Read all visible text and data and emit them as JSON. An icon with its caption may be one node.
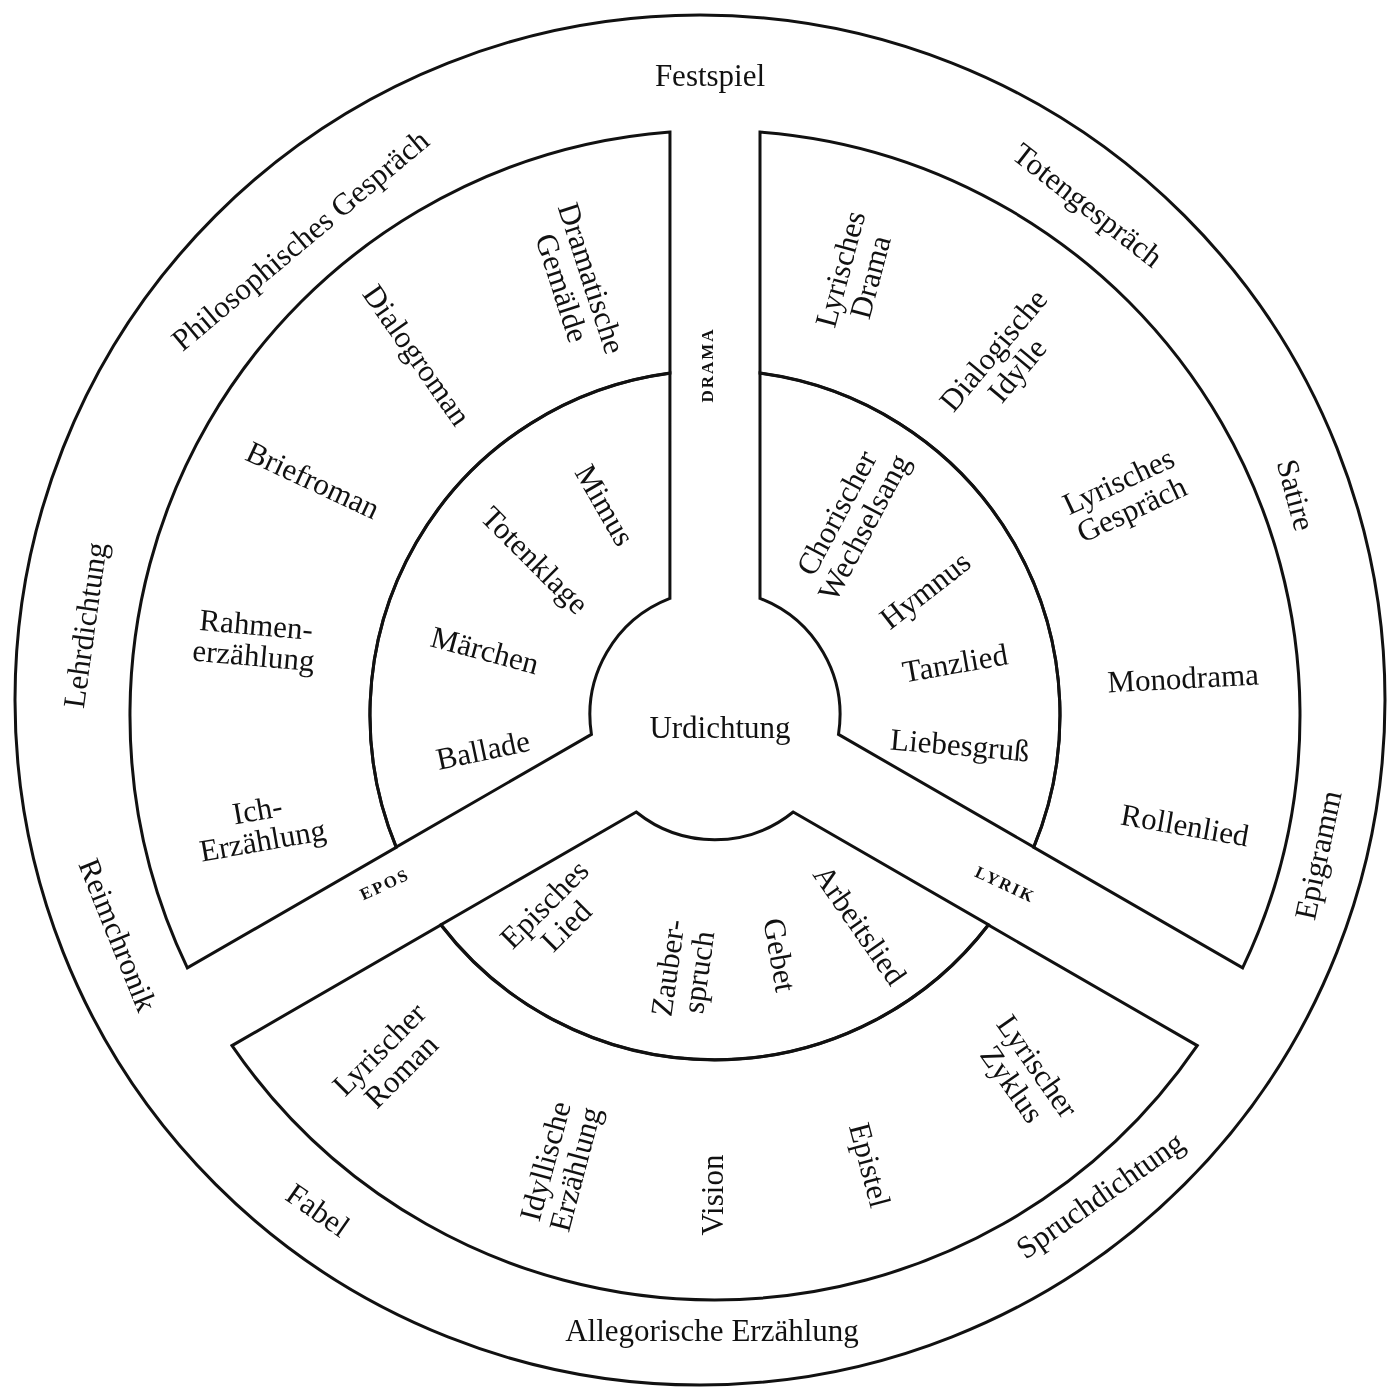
{
  "diagram": {
    "nodes": [
      {
        "text": [
          "Festspiel",
          "Totengespräch",
          "Satire",
          "Epigramm",
          "Spruchdichtung",
          "Allegorische Erzählung",
          "Fabel",
          "Reimchronik",
          "Lehrdichtung",
          "Philosophisches Gespräch"
        ]
      },
      {
        "text": [
          "Dramatische Gemälde",
          "Dialogroman",
          "Briefroman",
          "Rahmen- erzählung",
          "Ich- Erzählung"
        ],
        "in": 0
      },
      {
        "text": [
          "Mimus",
          "Totenklage",
          "Märchen",
          "Ballade"
        ],
        "in": 0
      },
      {
        "text": [
          "Lyrisches Drama",
          "Dialogische Idylle",
          "Lyrisches Gespräch",
          "Monodrama",
          "Rollenlied"
        ],
        "in": 0
      },
      {
        "text": [
          "Chorischer Wechselsang",
          "Hymnus",
          "Tanzlied",
          "Liebesgruß"
        ],
        "in": 0
      },
      {
        "text": [
          "Urdichtung"
        ],
        "in": 0
      },
      {
        "text": [
          "Episches Lied",
          "Zauber- spruch",
          "Gebet",
          "Arbeitslied"
        ],
        "in": 0
      },
      {
        "text": [
          "Lyrischer Roman",
          "Idyllische Erzählung",
          "Vision",
          "Epistel",
          "Lyrischer Zyklus"
        ],
        "in": 0
      }
    ],
    "labels": [
      "DRAMA",
      "EPOS",
      "LYRIK"
    ]
  }
}
